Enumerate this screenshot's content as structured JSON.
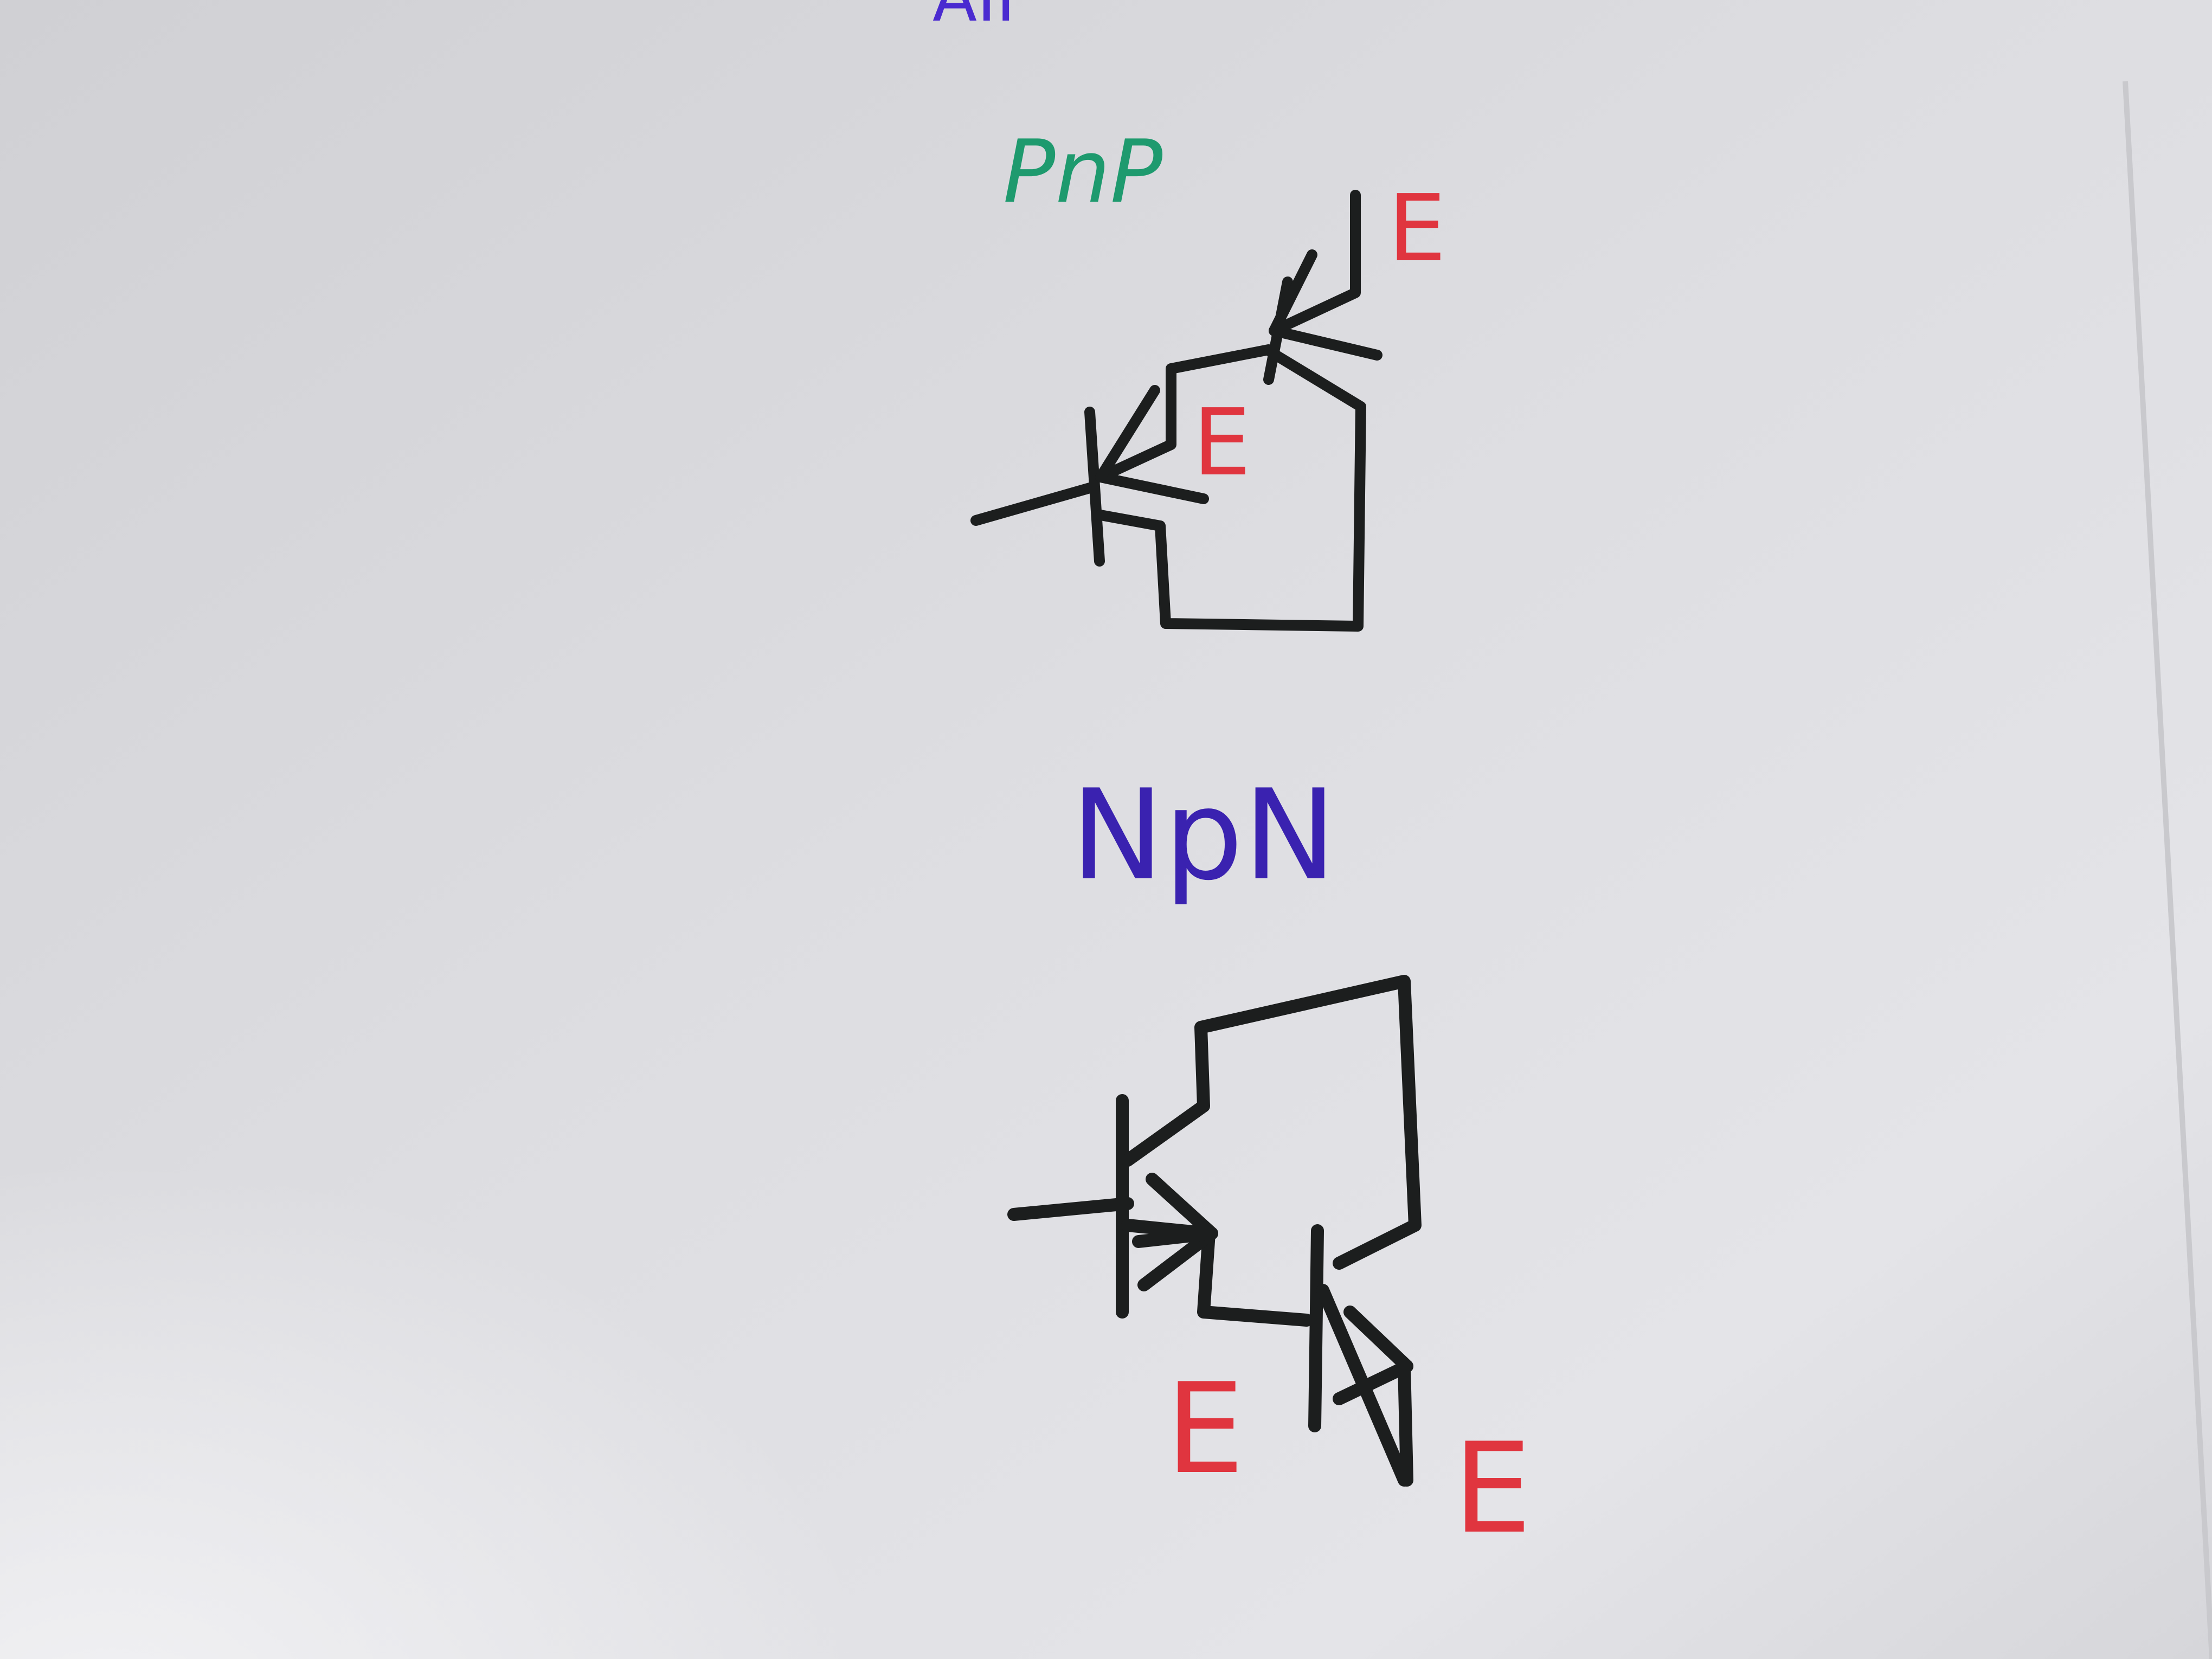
{
  "diagram": {
    "top_heading": "AII",
    "sections": [
      {
        "id": "pnp",
        "heading": "PnP",
        "heading_color": "#1e9a6e",
        "emitter_labels": [
          "E",
          "E"
        ]
      },
      {
        "id": "npn",
        "heading": "NpN",
        "heading_color": "#3a22b0",
        "emitter_labels": [
          "E",
          "E"
        ]
      }
    ],
    "colors": {
      "paper": "#dcdce0",
      "ink": "#1c1e1e",
      "label": "#e0353f",
      "top_heading": "#4a2ad0"
    }
  }
}
